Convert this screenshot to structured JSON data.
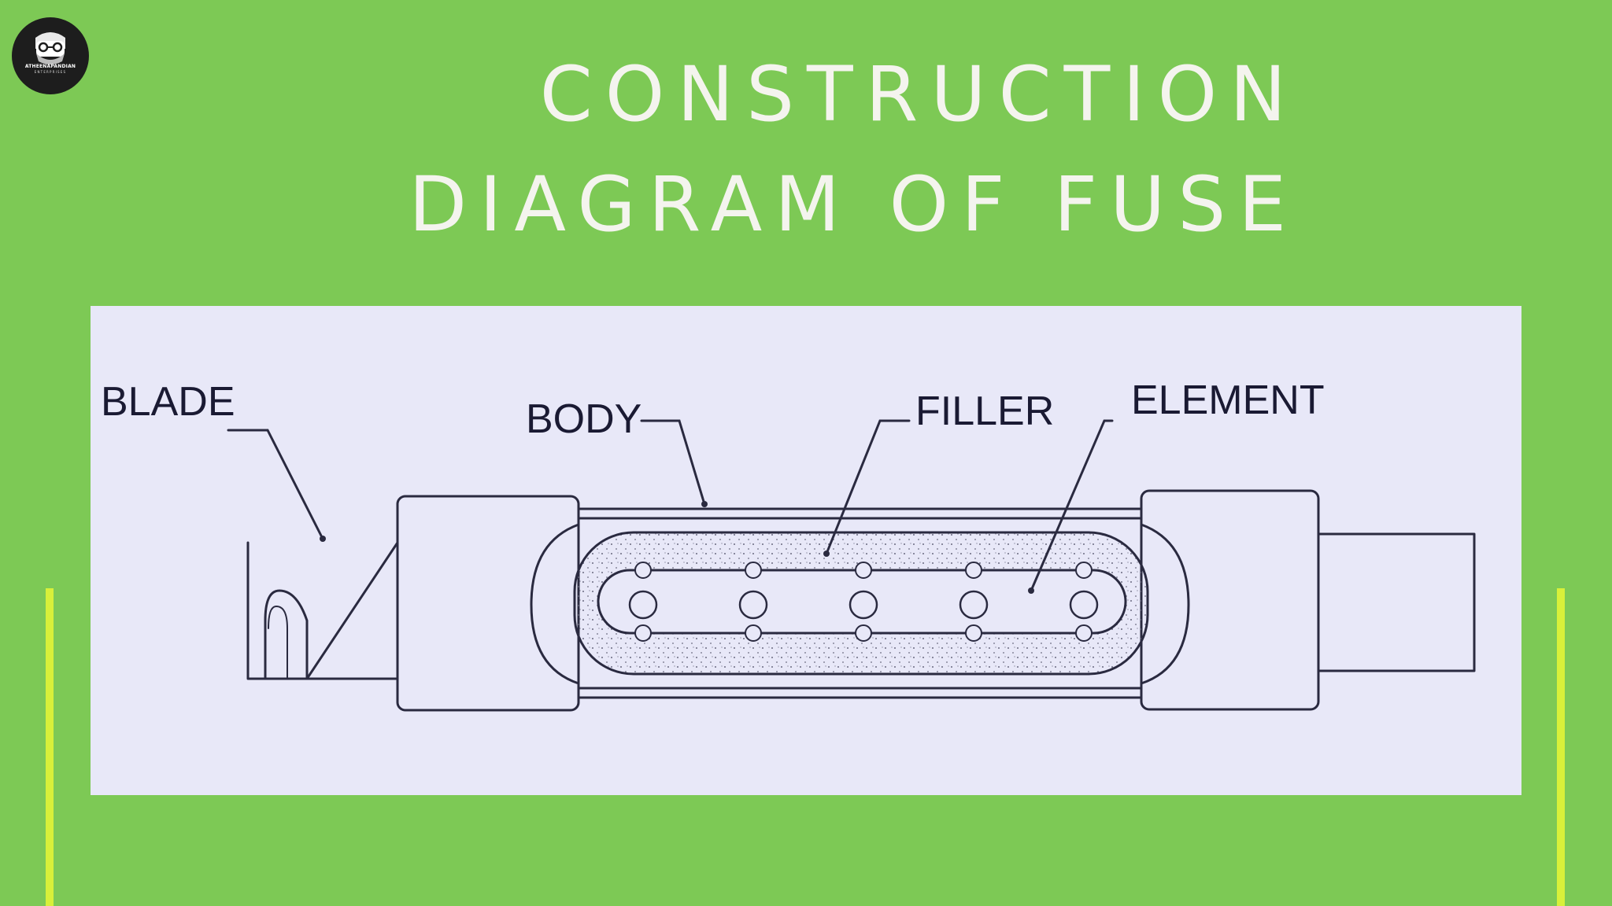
{
  "logo": {
    "name": "ATHEENAPANDIAN",
    "subtitle": "ENTERPRISES",
    "icon": "bearded-man-icon"
  },
  "title": {
    "line1": "CONSTRUCTION",
    "line2": "DIAGRAM OF FUSE"
  },
  "diagram": {
    "labels": {
      "blade": "BLADE",
      "body": "BODY",
      "filler": "FILLER",
      "element": "ELEMENT"
    }
  },
  "colors": {
    "background": "#7dc955",
    "title": "#f4f4ee",
    "accent": "#d8f03a",
    "panel": "#e8e8f8",
    "ink": "#2a2a40"
  }
}
